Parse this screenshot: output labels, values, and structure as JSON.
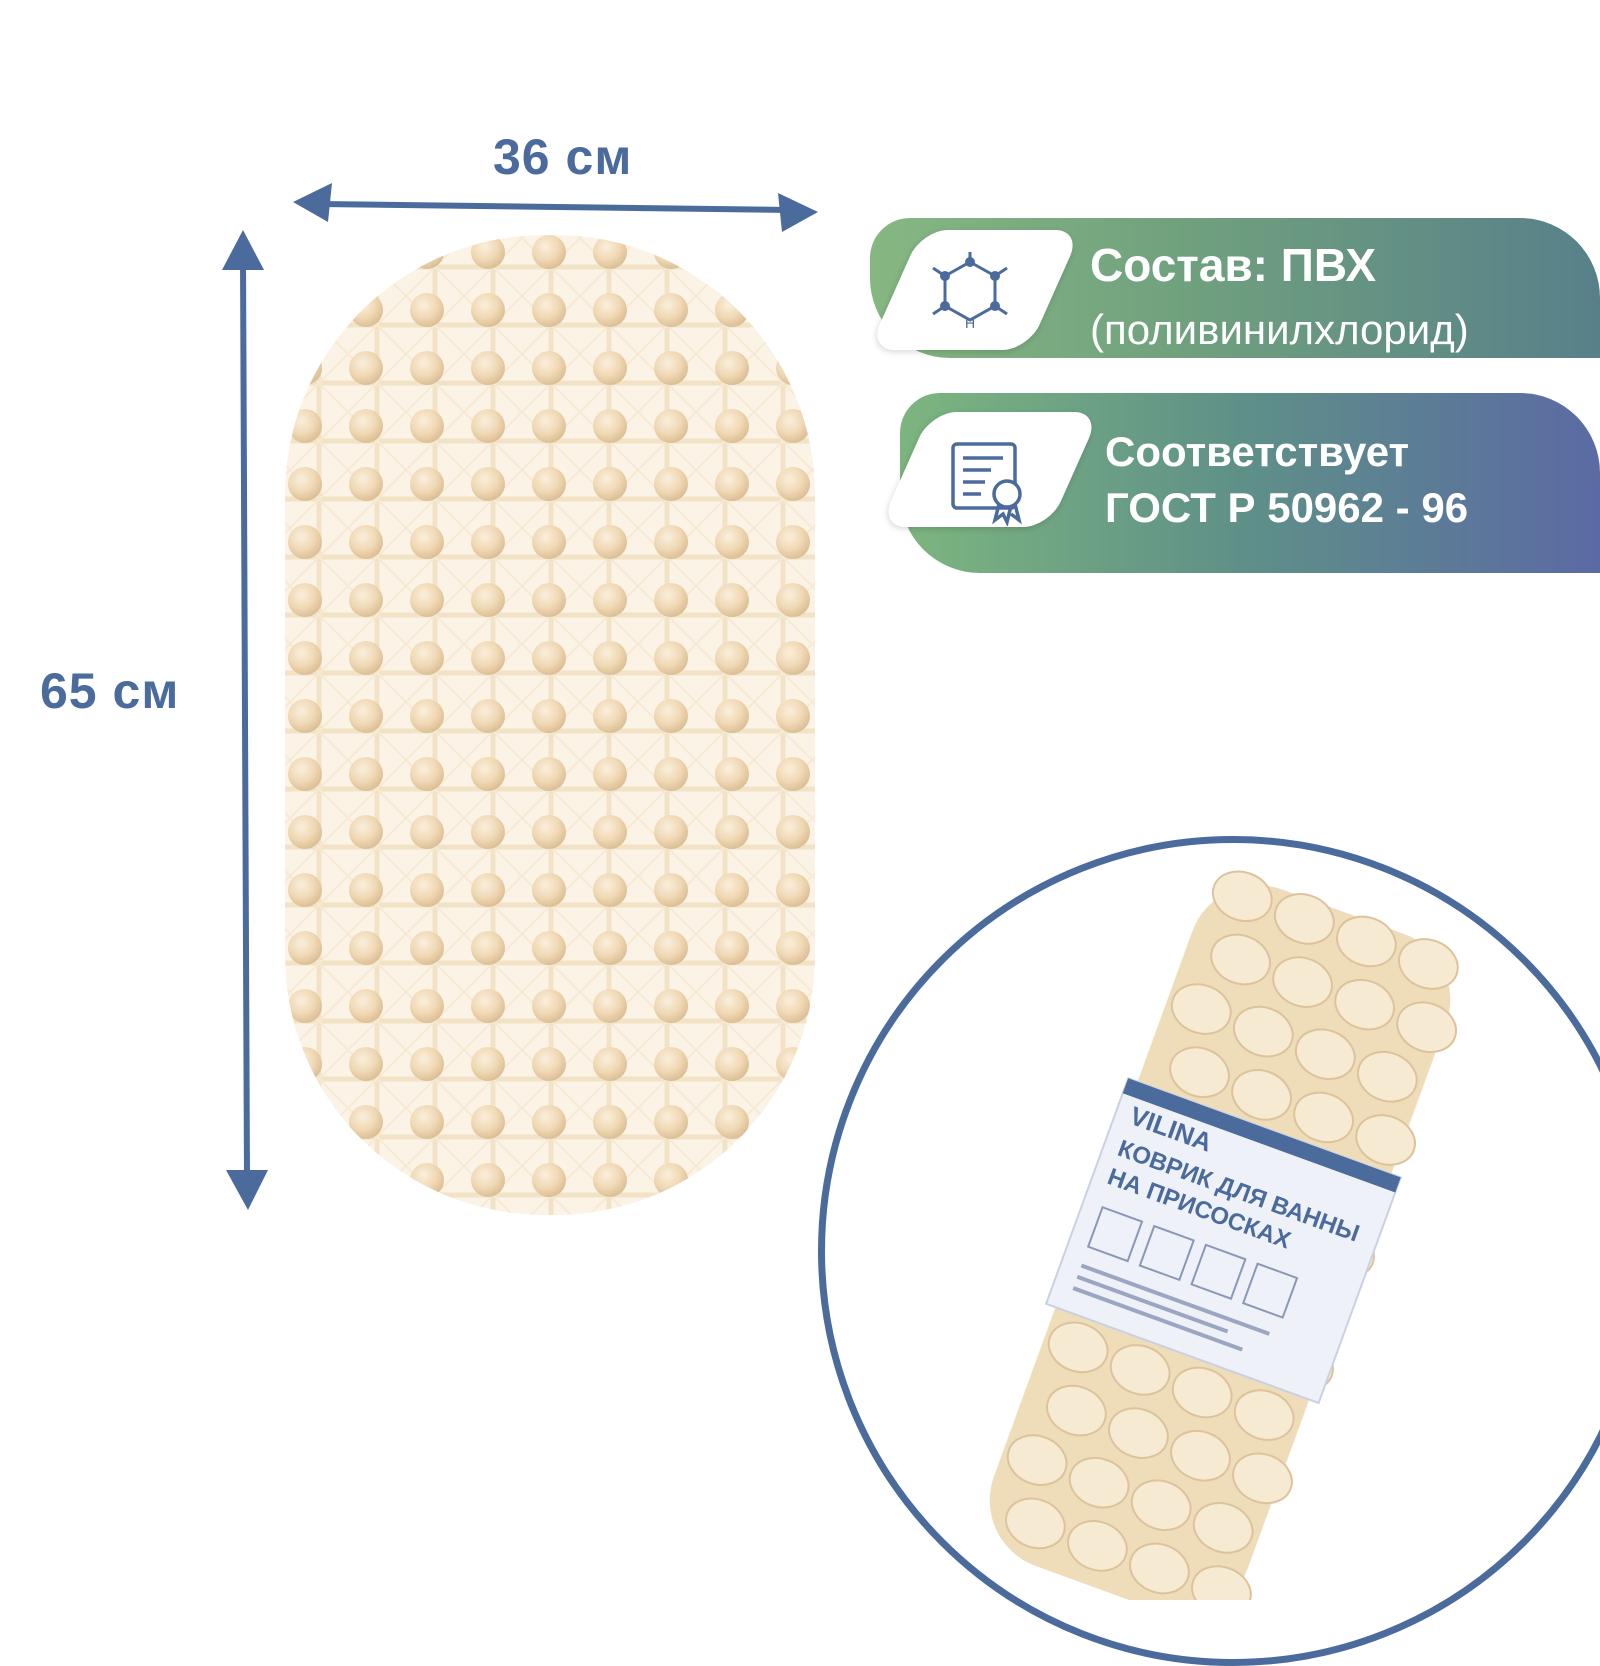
{
  "dimensions": {
    "width_label": "36 см",
    "height_label": "65 см"
  },
  "badges": {
    "material": {
      "title": "Состав: ПВХ",
      "subtitle": "(поливинилхлорид)",
      "icon": "molecule-icon"
    },
    "gost": {
      "line1": "Соответствует",
      "line2": "ГОСТ Р 50962 - 96",
      "icon": "certificate-icon"
    }
  },
  "package": {
    "brand": "VILINA",
    "line1": "КОВРИК ДЛЯ ВАННЫ",
    "line2": "НА ПРИСОСКАХ"
  },
  "colors": {
    "accent_blue": "#4a6b9c",
    "mat_beige": "#f1dcbc",
    "badge_green": "#86b782",
    "badge_blue": "#5b6aa4"
  }
}
